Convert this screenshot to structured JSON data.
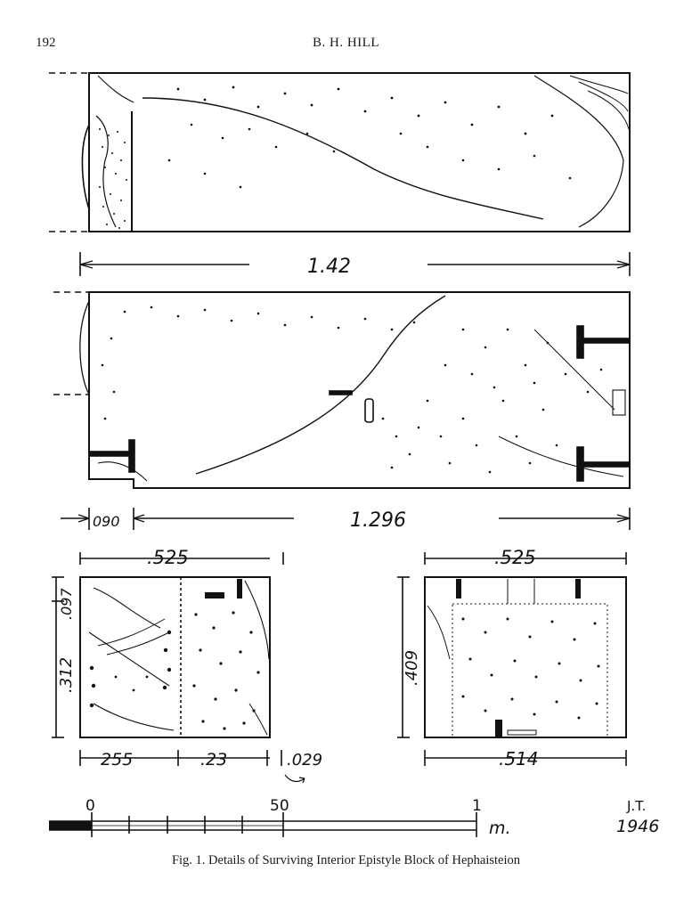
{
  "header": {
    "page_number": "192",
    "author": "B. H. HILL"
  },
  "figure": {
    "dimensions": {
      "top_length": "1.42",
      "bottom_left": "090",
      "bottom_length": "1.296",
      "end_left_width": ".525",
      "end_right_width": ".525",
      "end_left_top_height": ".097",
      "end_left_height": ".312",
      "end_right_height": ".409",
      "end_left_seg1": "255",
      "end_left_seg2": ".23",
      "end_left_seg3": ".029",
      "end_right_bottom": ".514"
    },
    "scale": {
      "zero": "0",
      "fifty": "50",
      "one": "1",
      "unit": "m."
    },
    "signature": {
      "initials": "J.T.",
      "year": "1946"
    }
  },
  "caption": "Fig. 1. Details of Surviving Interior Epistyle Block of Hephaisteion"
}
